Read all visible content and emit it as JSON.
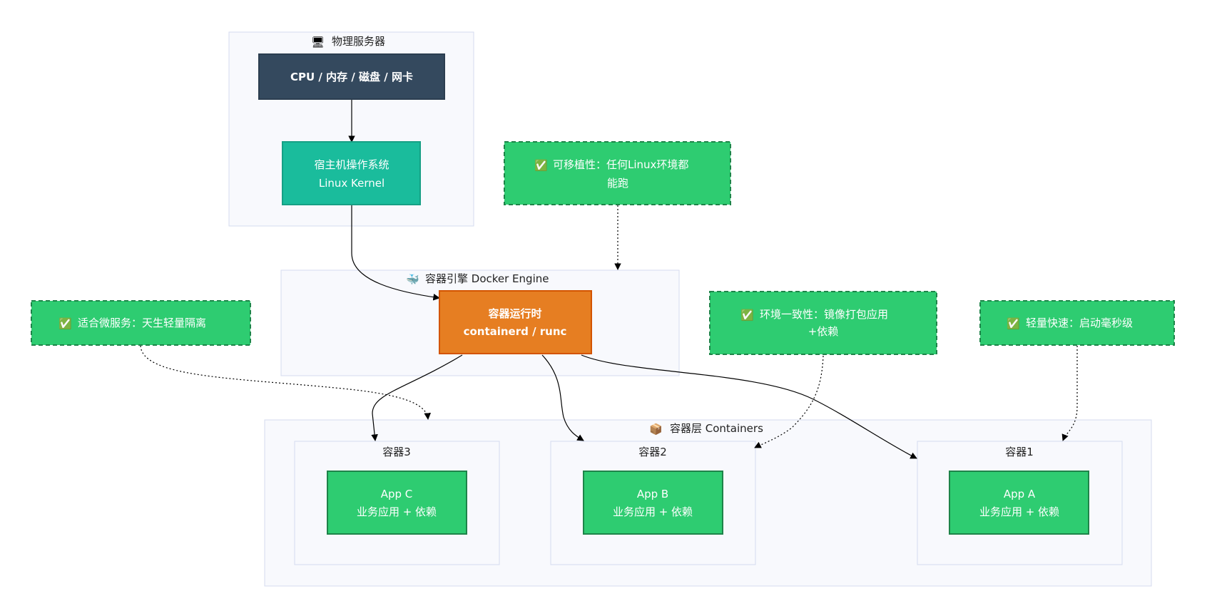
{
  "groups": {
    "physical_server": {
      "icon": "🖥",
      "label": "物理服务器"
    },
    "docker_engine": {
      "icon": "🐳",
      "label": "容器引擎 Docker Engine"
    },
    "containers": {
      "icon": "📦",
      "label": "容器层 Containers"
    },
    "container3": {
      "label": "容器3"
    },
    "container2": {
      "label": "容器2"
    },
    "container1": {
      "label": "容器1"
    }
  },
  "nodes": {
    "hardware": {
      "line1": "CPU / 内存 / 磁盘 / 网卡"
    },
    "host_os": {
      "line1": "宿主机操作系统",
      "line2": "Linux Kernel"
    },
    "runtime": {
      "line1": "容器运行时",
      "line2": "containerd / runc"
    },
    "app_c": {
      "line1": "App C",
      "line2": "业务应用 + 依赖"
    },
    "app_b": {
      "line1": "App B",
      "line2": "业务应用 + 依赖"
    },
    "app_a": {
      "line1": "App A",
      "line2": "业务应用 + 依赖"
    }
  },
  "notes": {
    "portability": {
      "icon": "✅",
      "line1": "可移植性：任何Linux环境都",
      "line2": "能跑"
    },
    "microservices": {
      "icon": "✅",
      "line1": "适合微服务：天生轻量隔离"
    },
    "consistency": {
      "icon": "✅",
      "line1": "环境一致性：镜像打包应用",
      "line2": "+依赖"
    },
    "lightweight": {
      "icon": "✅",
      "line1": "轻量快速：启动毫秒级"
    }
  },
  "colors": {
    "hardware": "#34495e",
    "host_os": "#1abc9c",
    "runtime": "#e67e22",
    "app": "#2ecc71",
    "note": "#2ecc71",
    "group_fill": "#f8f9fd",
    "group_stroke": "#d5dbef"
  }
}
